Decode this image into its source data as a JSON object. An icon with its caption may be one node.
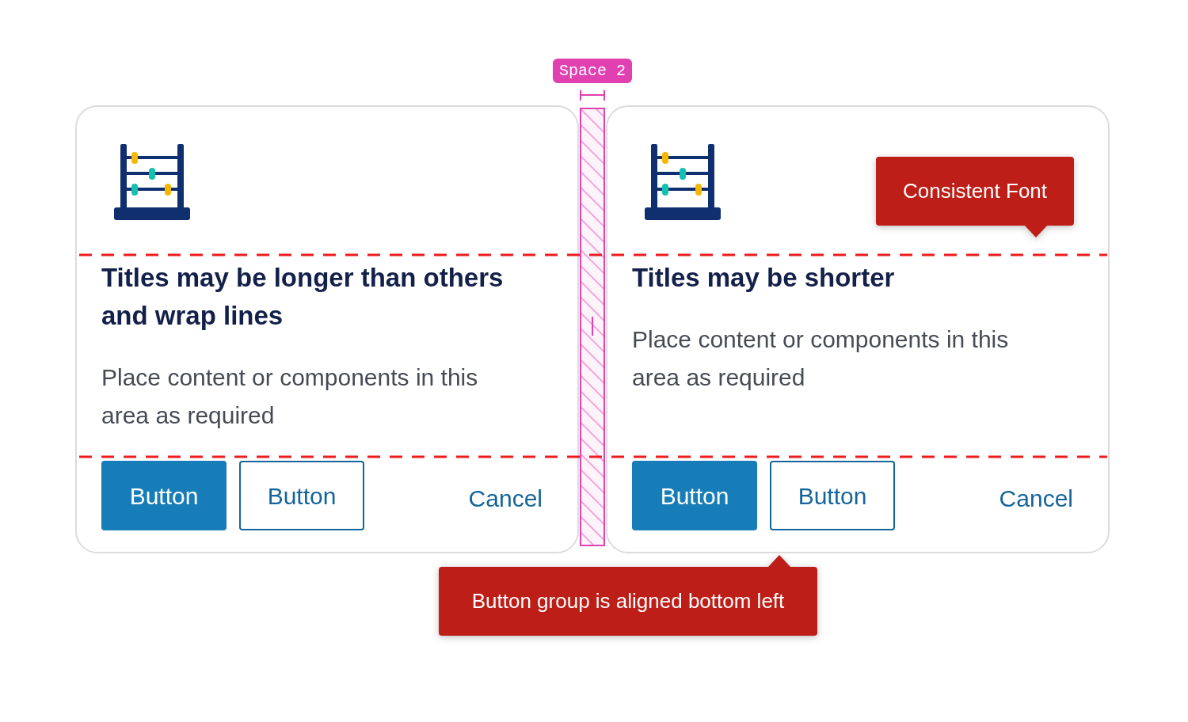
{
  "diagram": {
    "nodes": [
      {
        "text": [
          "Titles may be longer than others and wrap lines",
          "Place content or components in this area as required"
        ]
      },
      {
        "text": [
          "Button"
        ],
        "in": 0
      },
      {
        "text": [
          "Button"
        ],
        "in": 0
      },
      {
        "text": [
          "Titles may be shorter",
          "Place content or components in this area as required"
        ]
      },
      {
        "text": [
          "Button"
        ],
        "in": 3
      },
      {
        "text": [
          "Button"
        ],
        "in": 3
      },
      {
        "text": [
          "Consistent Font"
        ],
        "in": 3
      },
      {
        "text": [
          "Button group is aligned bottom left"
        ]
      },
      {
        "text": [
          "Space 2"
        ]
      }
    ],
    "labels": [
      "Cancel",
      "Cancel"
    ]
  }
}
